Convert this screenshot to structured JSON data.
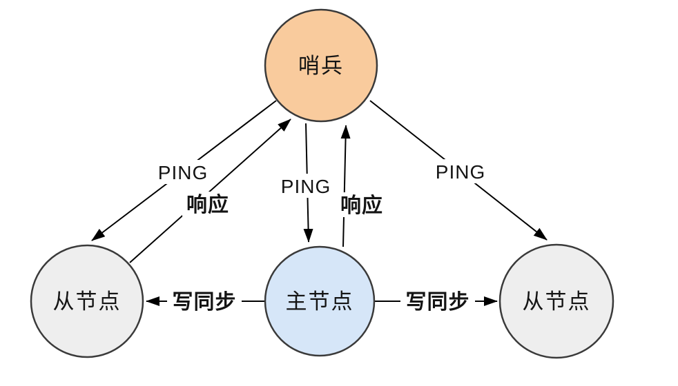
{
  "diagram": {
    "background": "#ffffff",
    "line_color": "#000000",
    "node_stroke": "#3a3a3a",
    "nodes": [
      {
        "id": "sentinel",
        "label": "哨兵",
        "fill": "#F9CB9D"
      },
      {
        "id": "slave-left",
        "label": "从节点",
        "fill": "#EEEEEE"
      },
      {
        "id": "master",
        "label": "主节点",
        "fill": "#D6E6F8"
      },
      {
        "id": "slave-right",
        "label": "从节点",
        "fill": "#EEEEEE"
      }
    ],
    "edges": [
      {
        "from": "sentinel",
        "to": "slave-left",
        "label": "PING"
      },
      {
        "from": "slave-left",
        "to": "sentinel",
        "label": "响应"
      },
      {
        "from": "sentinel",
        "to": "master",
        "label": "PING"
      },
      {
        "from": "master",
        "to": "sentinel",
        "label": "响应"
      },
      {
        "from": "sentinel",
        "to": "slave-right",
        "label": "PING"
      },
      {
        "from": "master",
        "to": "slave-left",
        "label": "写同步"
      },
      {
        "from": "master",
        "to": "slave-right",
        "label": "写同步"
      }
    ]
  }
}
